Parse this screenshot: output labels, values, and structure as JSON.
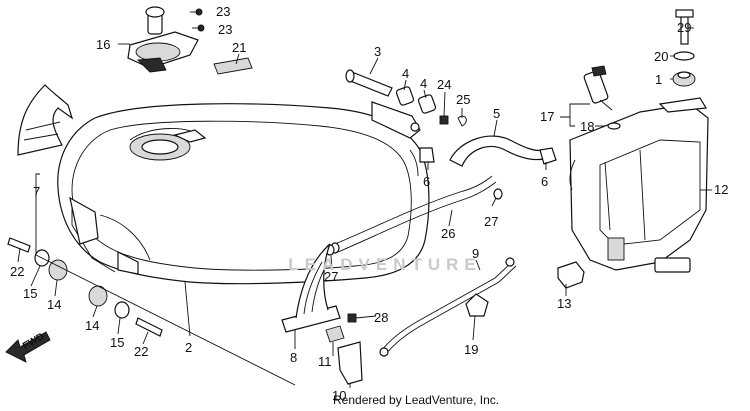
{
  "labels": [
    "1",
    "2",
    "3",
    "4",
    "4",
    "5",
    "6",
    "6",
    "7",
    "8",
    "9",
    "10",
    "11",
    "12",
    "13",
    "14",
    "14",
    "15",
    "15",
    "16",
    "17",
    "18",
    "19",
    "20",
    "21",
    "22",
    "22",
    "23",
    "23",
    "24",
    "25",
    "26",
    "27",
    "27",
    "28",
    "29"
  ],
  "fwd_label": "FWD",
  "watermark_text": "LEADVENTURE",
  "credit_text": "Rendered by LeadVenture, Inc."
}
